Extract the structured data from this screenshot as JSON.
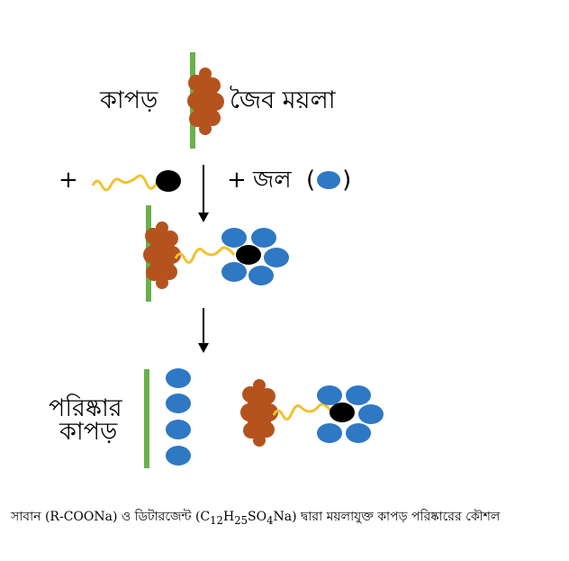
{
  "labels": {
    "cloth": "কাপড়",
    "organic_dirt": "জৈব ময়লা",
    "plus_1": "+",
    "plus_2": "+",
    "water": "জল",
    "water_open": "(",
    "water_close": ")",
    "clean_line1": "পরিষ্কার",
    "clean_line2": "কাপড়"
  },
  "caption": {
    "prefix": "সাবান (R-COONa) ও ডিটারজেন্ট (C",
    "sub1": "12",
    "mid1": "H",
    "sub2": "25",
    "mid2": "SO",
    "sub3": "4",
    "suffix": "Na) দ্বারা ময়লাযুক্ত কাপড় পরিষ্কারের কৌশল"
  },
  "colors": {
    "cloth": "#6ab04c",
    "dirt": "#b5531e",
    "tail": "#f2c12e",
    "head": "#000000",
    "water": "#2f78c4",
    "arrow": "#000000"
  }
}
